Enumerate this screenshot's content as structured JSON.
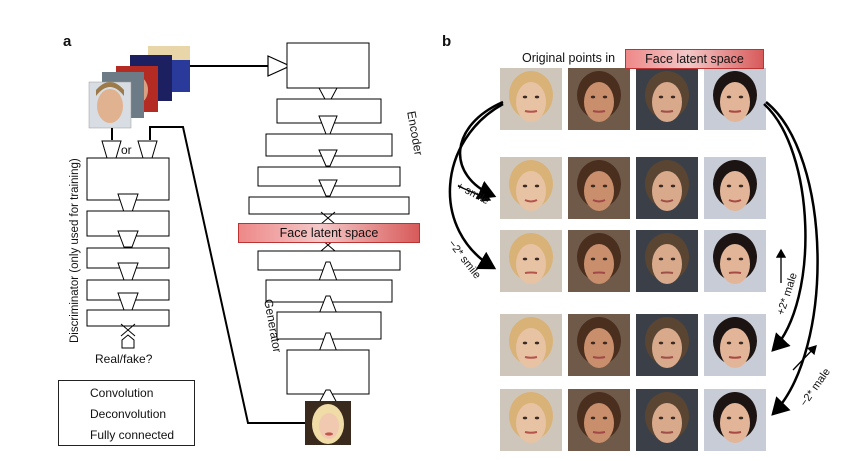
{
  "panels": {
    "a": "a",
    "b": "b"
  },
  "panel_a": {
    "or_label": "or",
    "discriminator_label": "Discriminator (only used for training)",
    "real_fake_label": "Real/fake?",
    "encoder_label": "Encoder",
    "generator_label": "Generator",
    "latent_label": "Face latent space"
  },
  "legend": {
    "convolution": "Convolution",
    "deconvolution": "Deconvolution",
    "fully_connected": "Fully connected"
  },
  "panel_b": {
    "header_text": "Original points in",
    "header_latent": "Face latent space",
    "arrow_plus_smile": "+ smile",
    "arrow_minus2_smile": "−2* smile",
    "arrow_plus2_male": "+2* male",
    "arrow_minus2_male": "−2* male"
  },
  "face_grid": {
    "rows": [
      "original",
      "+ smile",
      "-2* smile",
      "+2* male",
      "-2* male"
    ],
    "columns": 4,
    "palettes": [
      {
        "bg": "#cfc6bb",
        "skin": "#e7c3a4",
        "hair": "#d9b278",
        "mouth": "#b5544d"
      },
      {
        "bg": "#6f5a4a",
        "skin": "#c98f6d",
        "hair": "#4a2e1e",
        "mouth": "#a24848"
      },
      {
        "bg": "#3b4048",
        "skin": "#d9a98c",
        "hair": "#5a4532",
        "mouth": "#9e4f48"
      },
      {
        "bg": "#c8ccd6",
        "skin": "#e2b598",
        "hair": "#1c1412",
        "mouth": "#a84a44"
      }
    ]
  }
}
